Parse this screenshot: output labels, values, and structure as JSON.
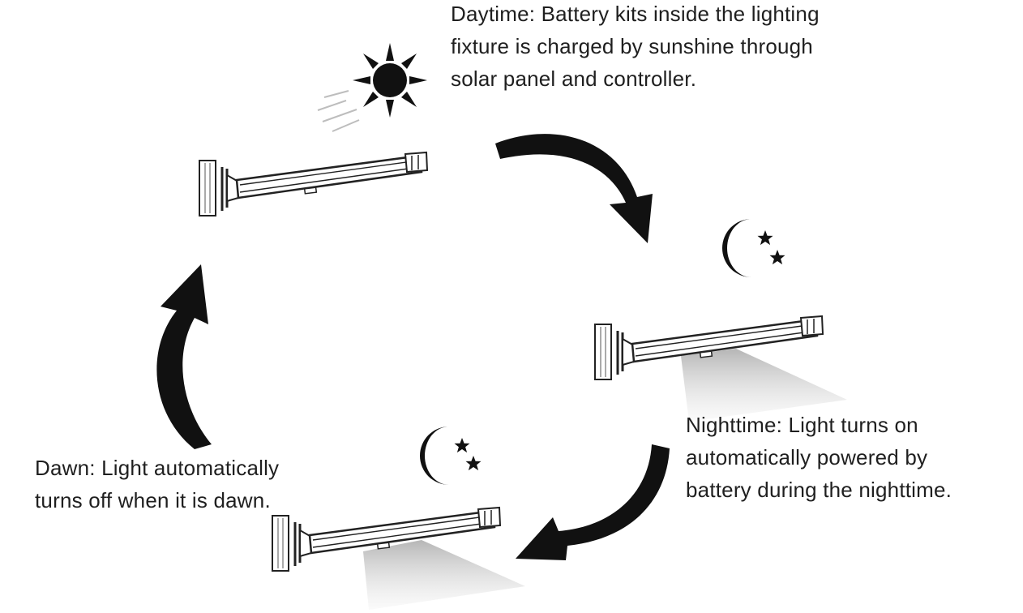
{
  "captions": {
    "daytime": "Daytime: Battery kits inside the lighting\nfixture is charged by sunshine through\nsolar panel and controller.",
    "nighttime": "Nighttime: Light turns on\nautomatically powered by\nbattery during the nighttime.",
    "dawn": "Dawn: Light automatically\nturns off when it is dawn."
  },
  "icons": {
    "sun": "sun-icon",
    "moon": "crescent-moon-icon",
    "stars": "star-icon",
    "fixture": "solar-street-light-icon",
    "arrow": "curved-arrow-icon"
  },
  "colors": {
    "ink": "#111111",
    "text": "#1f1f1f",
    "fixture_fill": "#ffffff",
    "light_beam": "#bdbdbd"
  }
}
